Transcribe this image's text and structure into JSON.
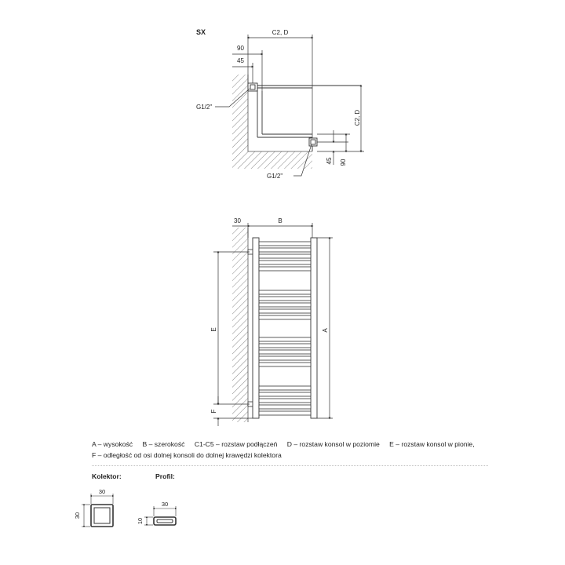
{
  "model": "SX",
  "top_view": {
    "dim_c2d_horizontal": "C2, D",
    "dim_90": "90",
    "dim_45": "45",
    "connection_top": "G1/2\"",
    "dim_c2d_vertical": "C2, D",
    "dim_45_right": "45",
    "dim_90_right": "90",
    "connection_bottom": "G1/2\""
  },
  "front_view": {
    "dim_30": "30",
    "dim_b": "B",
    "dim_e": "E",
    "dim_a": "A",
    "dim_f": "F"
  },
  "legend": {
    "line1": [
      "A – wysokość",
      "B – szerokość",
      "C1-C5 – rozstaw podłączeń",
      "D – rozstaw konsol w poziomie",
      "E – rozstaw konsol w pionie,"
    ],
    "line2": "F – odległość od osi dolnej konsoli do dolnej krawędzi kolektora"
  },
  "profiles": {
    "collector_label": "Kolektor:",
    "profile_label": "Profil:",
    "collector_w": "30",
    "collector_h": "30",
    "profile_w": "30",
    "profile_h": "10"
  },
  "colors": {
    "line": "#333333",
    "hatch": "#8a8a8a",
    "text": "#222222"
  }
}
